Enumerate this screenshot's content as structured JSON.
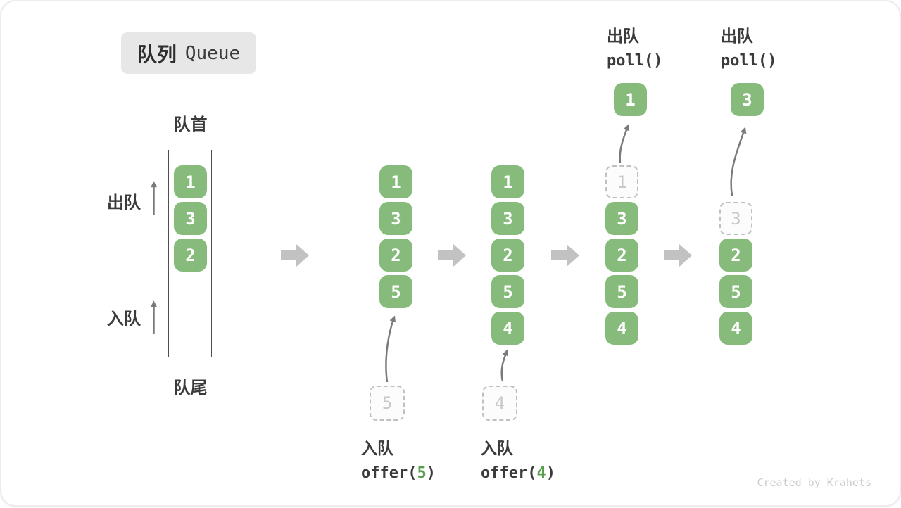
{
  "title": {
    "zh": "队列",
    "en": "Queue"
  },
  "labels": {
    "front": "队首",
    "rear": "队尾",
    "dequeue": "出队",
    "enqueue": "入队"
  },
  "states": [
    {
      "items": [
        "1",
        "3",
        "2"
      ]
    },
    {
      "items": [
        "1",
        "3",
        "2",
        "5"
      ],
      "incoming": "5"
    },
    {
      "items": [
        "1",
        "3",
        "2",
        "5",
        "4"
      ],
      "incoming": "4"
    },
    {
      "items": [
        "3",
        "2",
        "5",
        "4"
      ],
      "removed": "1",
      "result": "1"
    },
    {
      "items": [
        "2",
        "5",
        "4"
      ],
      "removed": "3",
      "result": "3"
    }
  ],
  "ops": {
    "enq5": {
      "label": "入队",
      "fn_open": "offer(",
      "arg": "5",
      "fn_close": ")"
    },
    "enq4": {
      "label": "入队",
      "fn_open": "offer(",
      "arg": "4",
      "fn_close": ")"
    },
    "poll1": {
      "label": "出队",
      "code": "poll()"
    },
    "poll2": {
      "label": "出队",
      "code": "poll()"
    }
  },
  "colors": {
    "item_green": "#87bb7c",
    "code_arg_green": "#5a9e4f",
    "block_arrow_gray": "#c2c2c2",
    "thin_arrow_gray": "#7a7a7a",
    "wall_line": "#4f4f4f",
    "dashed_border": "#c0c0c0",
    "title_bg": "#e7e7e7",
    "text_dark": "#3b3b3b"
  },
  "watermark": "Created by Krahets"
}
